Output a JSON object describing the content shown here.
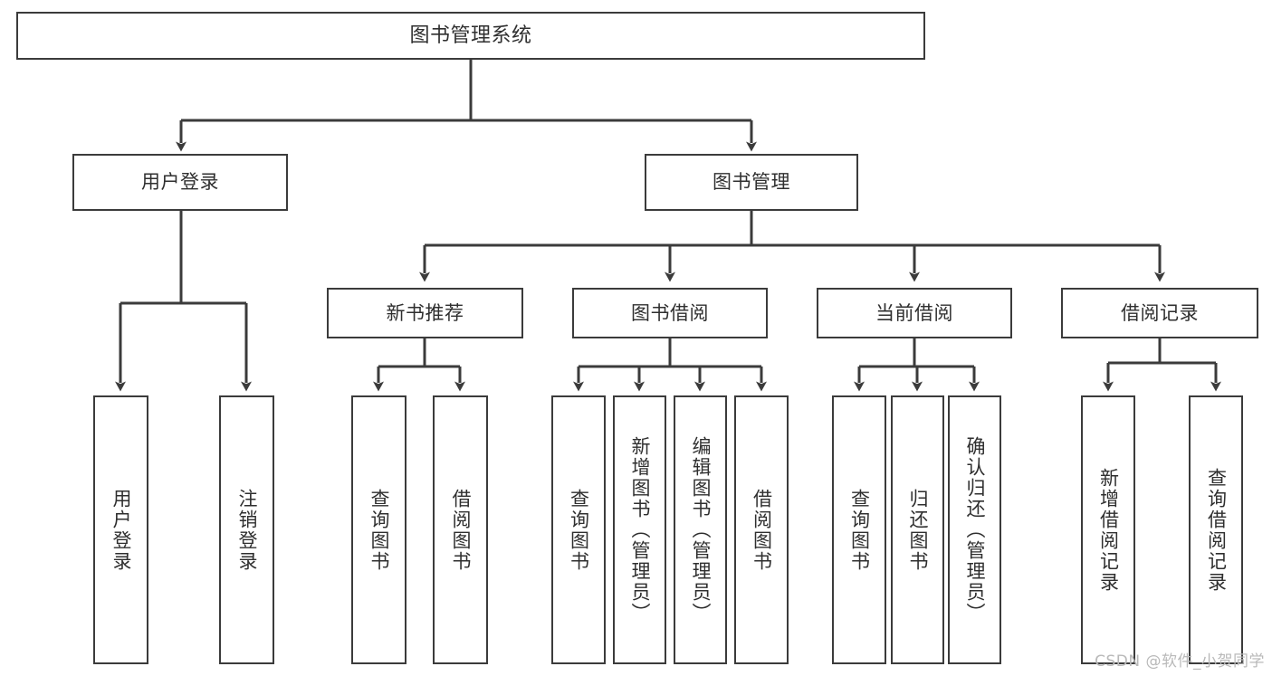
{
  "diagram": {
    "type": "tree-flowchart",
    "title": "图书管理系统",
    "stroke_color": "#3b3b3b",
    "text_color": "#2f2f2f",
    "background": "#ffffff",
    "nodes": {
      "root": {
        "label": "图书管理系统"
      },
      "level2": [
        {
          "id": "user-login",
          "label": "用户登录"
        },
        {
          "id": "book-manage",
          "label": "图书管理"
        }
      ],
      "level3": [
        {
          "id": "new-book-recommend",
          "label": "新书推荐"
        },
        {
          "id": "book-borrow",
          "label": "图书借阅"
        },
        {
          "id": "current-borrow",
          "label": "当前借阅"
        },
        {
          "id": "borrow-record",
          "label": "借阅记录"
        }
      ],
      "leaves": {
        "user_login": [
          {
            "id": "leaf-user-login",
            "label": "用户登录"
          },
          {
            "id": "leaf-logout-login",
            "label": "注销登录"
          }
        ],
        "new_book_recommend": [
          {
            "id": "leaf-query-book-1",
            "label": "查询图书"
          },
          {
            "id": "leaf-borrow-book-1",
            "label": "借阅图书"
          }
        ],
        "book_borrow": [
          {
            "id": "leaf-query-book-2",
            "label": "查询图书"
          },
          {
            "id": "leaf-add-book",
            "label": "新增图书（管理员）"
          },
          {
            "id": "leaf-edit-book",
            "label": "编辑图书（管理员）"
          },
          {
            "id": "leaf-borrow-book-2",
            "label": "借阅图书"
          }
        ],
        "current_borrow": [
          {
            "id": "leaf-query-book-3",
            "label": "查询图书"
          },
          {
            "id": "leaf-return-book",
            "label": "归还图书"
          },
          {
            "id": "leaf-confirm-return",
            "label": "确认归还（管理员）"
          }
        ],
        "borrow_record": [
          {
            "id": "leaf-add-record",
            "label": "新增借阅记录"
          },
          {
            "id": "leaf-query-record",
            "label": "查询借阅记录"
          }
        ]
      }
    }
  },
  "watermark": {
    "text": "CSDN @软件_小贺同学"
  }
}
